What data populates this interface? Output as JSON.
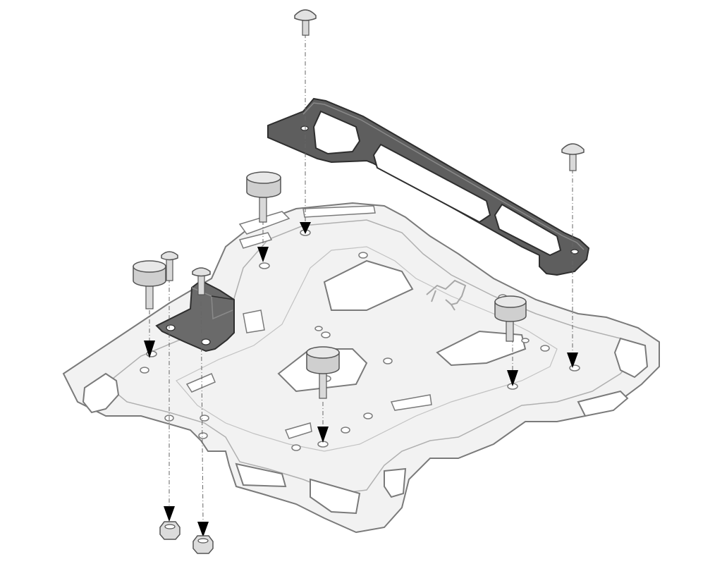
{
  "diagram": {
    "kind": "exploded assembly view",
    "colors": {
      "background": "#ffffff",
      "plate_fill": "#f2f2f2",
      "plate_stroke": "#7a7a7a",
      "plate_inner": "#a8a8a8",
      "bracket_fill": "#5e5e5e",
      "bracket_stroke": "#2e2e2e",
      "mount_fill": "#6a6a6a",
      "hardware_fill": "#d9d9d9",
      "hardware_stroke": "#555555",
      "arrow_fill": "#000000",
      "guide_line": "#666666"
    },
    "icons": {
      "brand_logo": "rearing-horse-logo"
    },
    "parts": {
      "rack_plate": "luggage-rack-plate",
      "rear_bracket": "rear-grab-bracket",
      "lock_mount": "lock-mount-bracket",
      "spacers": "rubber-spacer-bolt",
      "screws": "button-head-screw",
      "nuts": "flange-nut"
    }
  }
}
